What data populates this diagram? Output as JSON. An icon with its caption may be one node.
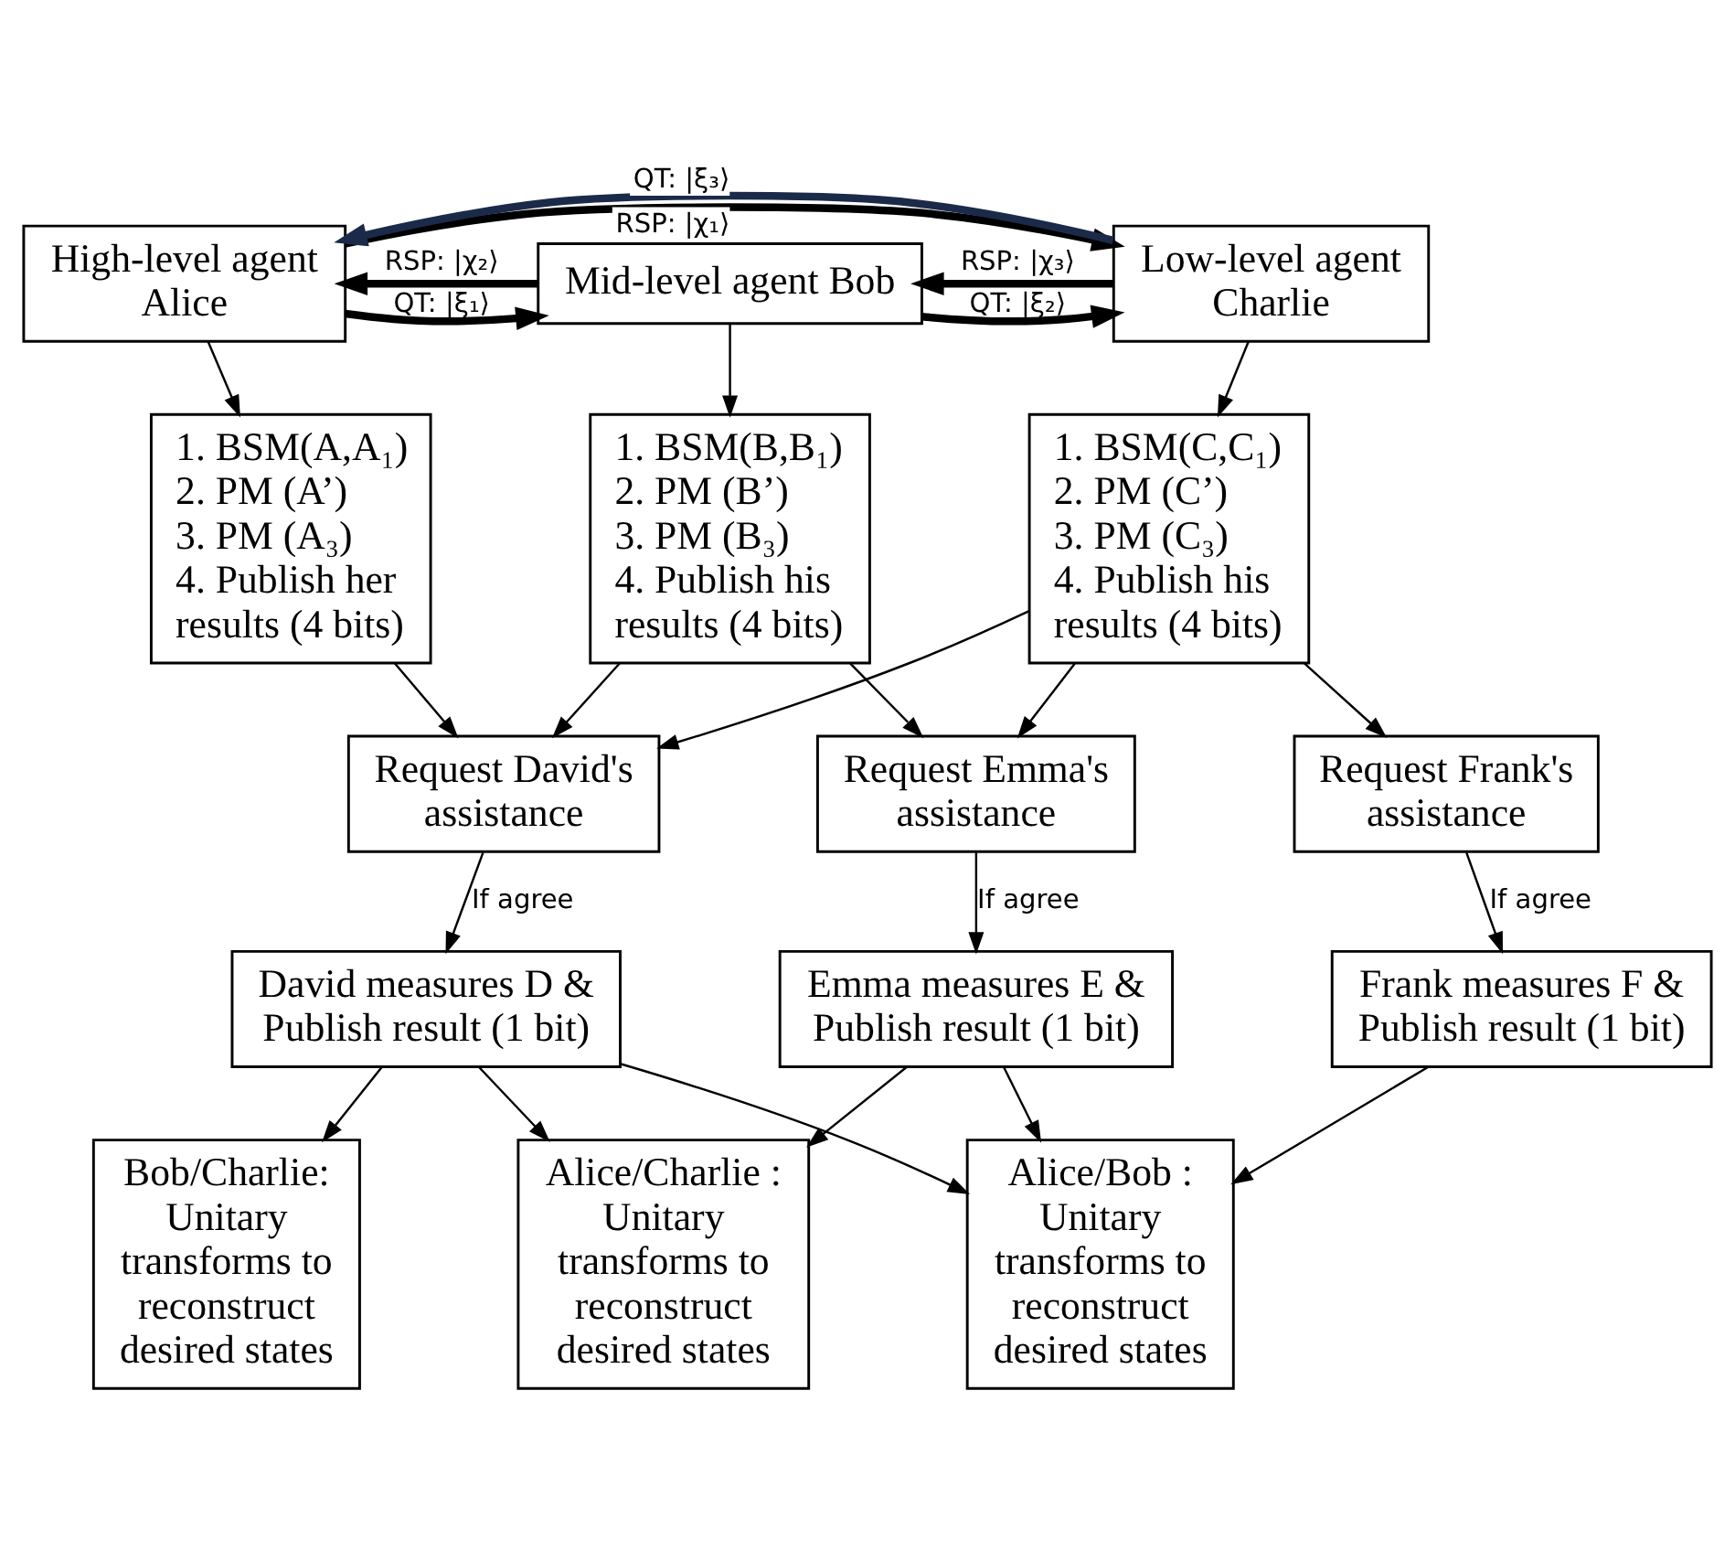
{
  "diagram": {
    "nodes": [
      {
        "text": [
          "High-level agent Alice"
        ]
      },
      {
        "text": [
          "Mid-level agent Bob"
        ]
      },
      {
        "text": [
          "Low-level agent Charlie"
        ]
      },
      {
        "text": [
          "1. BSM(A,A₁)",
          "2. PM (A’)",
          "3. PM (A₃)",
          "4. Publish her results (4 bits)"
        ]
      },
      {
        "text": [
          "1. BSM(B,B₁)",
          "2. PM (B’)",
          "3. PM (B₃)",
          "4. Publish his results (4 bits)"
        ]
      },
      {
        "text": [
          "1. BSM(C,C₁)",
          "2. PM (C’)",
          "3. PM (C₃)",
          "4. Publish his results (4 bits)"
        ]
      },
      {
        "text": [
          "Request David's assistance"
        ]
      },
      {
        "text": [
          "Request Emma's assistance"
        ]
      },
      {
        "text": [
          "Request Frank's assistance"
        ]
      },
      {
        "text": [
          "David measures D & Publish result (1 bit)"
        ]
      },
      {
        "text": [
          "Emma measures E & Publish result (1 bit)"
        ]
      },
      {
        "text": [
          "Frank measures F & Publish result (1 bit)"
        ]
      },
      {
        "text": [
          "Bob/Charlie: Unitary transforms to reconstruct desired states"
        ]
      },
      {
        "text": [
          "Alice/Charlie : Unitary transforms to reconstruct desired states"
        ]
      },
      {
        "text": [
          "Alice/Bob : Unitary transforms to reconstruct desired states"
        ]
      }
    ],
    "edges": [
      {
        "from": 0,
        "to": 1,
        "arrow": "to",
        "label": "QT: |ξ₁⟩",
        "style": "thick"
      },
      {
        "from": 1,
        "to": 0,
        "arrow": "to",
        "label": "RSP: |χ₂⟩",
        "style": "thick"
      },
      {
        "from": 1,
        "to": 2,
        "arrow": "to",
        "label": "QT: |ξ₂⟩",
        "style": "thick"
      },
      {
        "from": 2,
        "to": 1,
        "arrow": "to",
        "label": "RSP: |χ₃⟩",
        "style": "thick"
      },
      {
        "from": 0,
        "to": 2,
        "arrow": "to",
        "label": "RSP: |χ₁⟩",
        "style": "thick"
      },
      {
        "from": 2,
        "to": 0,
        "arrow": "to",
        "label": "QT: |ξ₃⟩",
        "style": "thick",
        "color": "#1c2a4a"
      },
      {
        "from": 0,
        "to": 3,
        "arrow": "to"
      },
      {
        "from": 1,
        "to": 4,
        "arrow": "to"
      },
      {
        "from": 2,
        "to": 5,
        "arrow": "to"
      },
      {
        "from": 3,
        "to": 6,
        "arrow": "to"
      },
      {
        "from": 4,
        "to": 6,
        "arrow": "to"
      },
      {
        "from": 4,
        "to": 7,
        "arrow": "to"
      },
      {
        "from": 5,
        "to": 6,
        "arrow": "to"
      },
      {
        "from": 5,
        "to": 7,
        "arrow": "to"
      },
      {
        "from": 5,
        "to": 8,
        "arrow": "to"
      },
      {
        "from": 6,
        "to": 9,
        "arrow": "to",
        "label": "If agree"
      },
      {
        "from": 7,
        "to": 10,
        "arrow": "to",
        "label": "If agree"
      },
      {
        "from": 8,
        "to": 11,
        "arrow": "to",
        "label": "If agree"
      },
      {
        "from": 9,
        "to": 12,
        "arrow": "to"
      },
      {
        "from": 9,
        "to": 13,
        "arrow": "to"
      },
      {
        "from": 9,
        "to": 14,
        "arrow": "to"
      },
      {
        "from": 10,
        "to": 13,
        "arrow": "to"
      },
      {
        "from": 10,
        "to": 14,
        "arrow": "to"
      },
      {
        "from": 11,
        "to": 14,
        "arrow": "to"
      }
    ]
  }
}
